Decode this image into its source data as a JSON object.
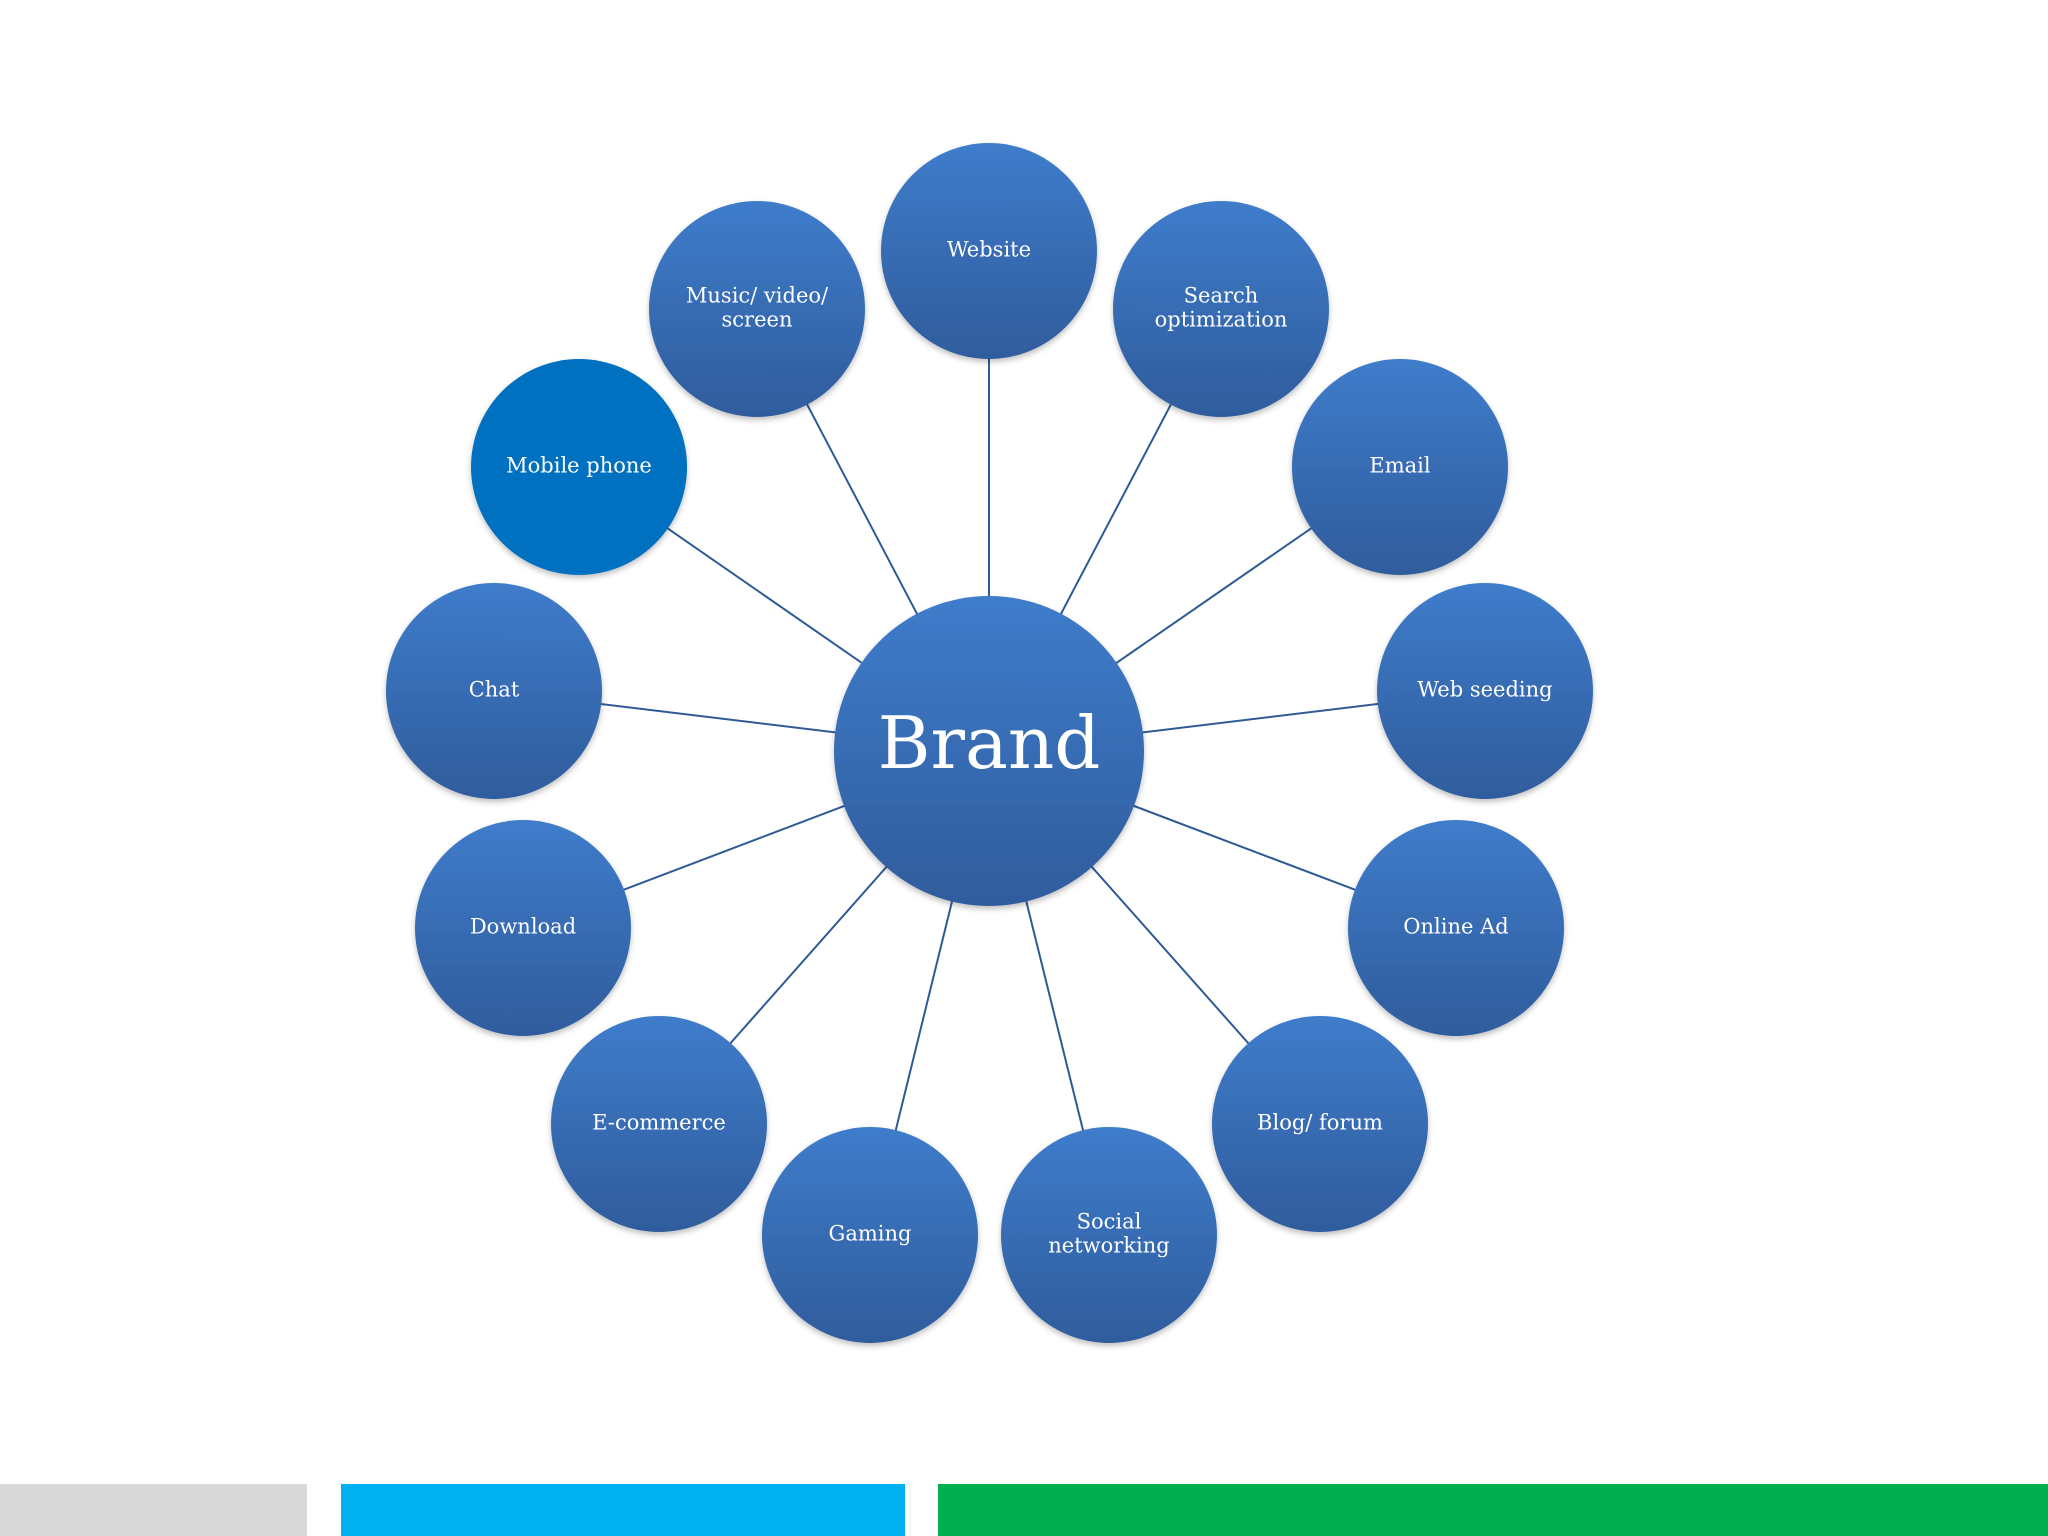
{
  "diagram": {
    "center": {
      "label": "Brand"
    },
    "nodes": [
      {
        "id": "website",
        "lines": [
          "Website"
        ]
      },
      {
        "id": "search-optimization",
        "lines": [
          "Search",
          "optimization"
        ]
      },
      {
        "id": "email",
        "lines": [
          "Email"
        ]
      },
      {
        "id": "web-seeding",
        "lines": [
          "Web seeding"
        ]
      },
      {
        "id": "online-ad",
        "lines": [
          "Online Ad"
        ]
      },
      {
        "id": "blog-forum",
        "lines": [
          "Blog/ forum"
        ]
      },
      {
        "id": "social-networking",
        "lines": [
          "Social",
          "networking"
        ]
      },
      {
        "id": "gaming",
        "lines": [
          "Gaming"
        ]
      },
      {
        "id": "e-commerce",
        "lines": [
          "E-commerce"
        ]
      },
      {
        "id": "download",
        "lines": [
          "Download"
        ]
      },
      {
        "id": "chat",
        "lines": [
          "Chat"
        ]
      },
      {
        "id": "mobile-phone",
        "lines": [
          "Mobile phone"
        ],
        "highlight": true
      },
      {
        "id": "music-video-screen",
        "lines": [
          "Music/ video/",
          "screen"
        ]
      }
    ]
  },
  "colors": {
    "node_top": "#3f7ccb",
    "node_bottom": "#2f5c9c",
    "highlight_node": "#0070c0",
    "spoke": "#2e5a96",
    "footer_gray": "#d9d9d9",
    "footer_blue": "#00b0f0",
    "footer_green": "#00b050"
  }
}
